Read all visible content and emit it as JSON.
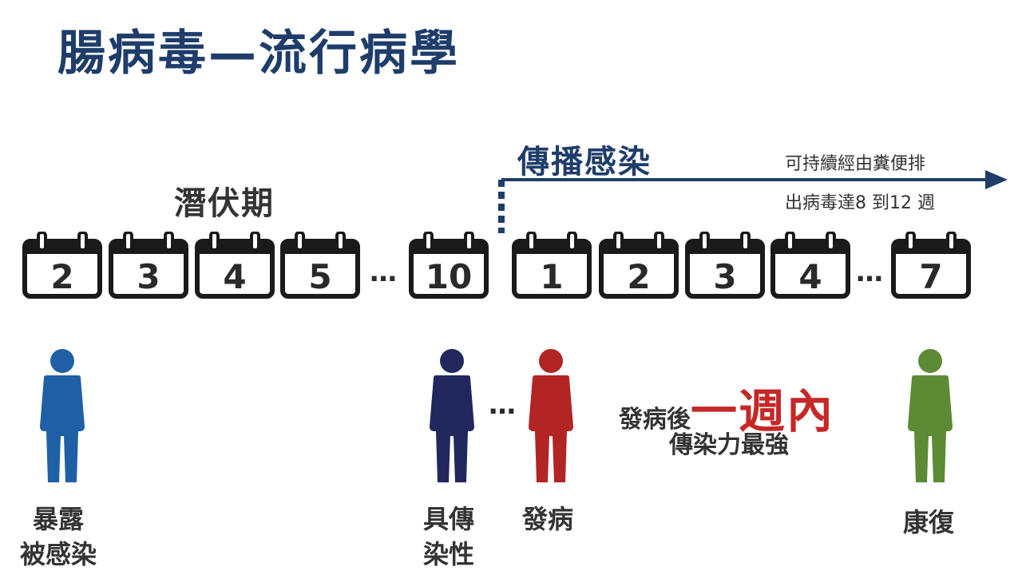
{
  "title": "腸病毒—流行病學",
  "spread_title": "傳播感染",
  "latent_title": "潛伏期",
  "spread_note": [
    "可持續經由糞便排",
    "出病毒達8 到12 週"
  ],
  "latent_days": [
    "2",
    "3",
    "4",
    "5",
    "10"
  ],
  "spread_days": [
    "1",
    "2",
    "3",
    "4",
    "7"
  ],
  "ellipsis": "…",
  "strong_prefix": "發病後",
  "strong_emph": "一週內",
  "strong_line2": "傳染力最強",
  "figures": [
    {
      "key": "exposed",
      "label": [
        "暴露",
        "被感染"
      ],
      "color": "#1f5fa6"
    },
    {
      "key": "contagious",
      "label": [
        "具傳",
        "染性"
      ],
      "color": "#22285e"
    },
    {
      "key": "onset",
      "label": [
        "發病"
      ],
      "color": "#b32424"
    },
    {
      "key": "recovered",
      "label": [
        "康復"
      ],
      "color": "#5c8a35"
    }
  ],
  "colors": {
    "navy": "#1f3d6b",
    "red": "#c62828"
  }
}
